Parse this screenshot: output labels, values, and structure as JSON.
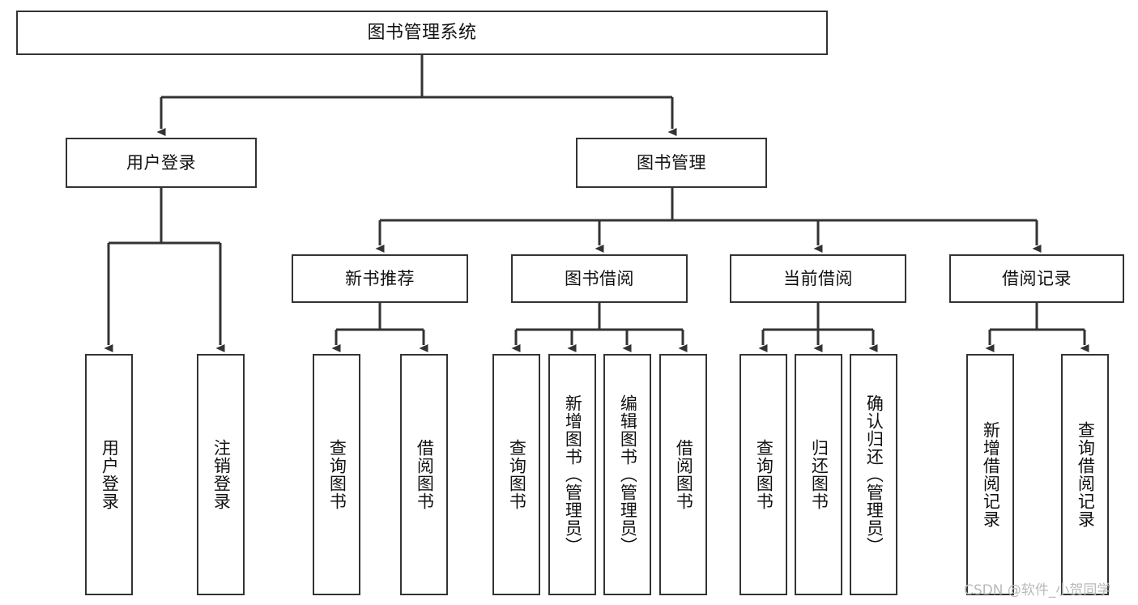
{
  "diagram": {
    "type": "tree",
    "title": "图书管理系统",
    "orientation": "top-down",
    "colors": {
      "background": "#ffffff",
      "node_border": "#333333",
      "node_fill": "#ffffff",
      "edge": "#333333",
      "text": "#111111",
      "watermark": "#b9b9b9"
    },
    "nodes": {
      "root": {
        "label": "图书管理系统",
        "level": 0
      },
      "user_login": {
        "label": "用户登录",
        "level": 1
      },
      "book_manage": {
        "label": "图书管理",
        "level": 1
      },
      "new_book_rec": {
        "label": "新书推荐",
        "level": 2
      },
      "book_borrow": {
        "label": "图书借阅",
        "level": 2
      },
      "current_borrow": {
        "label": "当前借阅",
        "level": 2
      },
      "borrow_record": {
        "label": "借阅记录",
        "level": 2
      },
      "leaf_user_login": {
        "label": "用户登录",
        "level": 3
      },
      "leaf_logout": {
        "label": "注销登录",
        "level": 3
      },
      "leaf_query_book_1": {
        "label": "查询图书",
        "level": 3
      },
      "leaf_borrow_book_1": {
        "label": "借阅图书",
        "level": 3
      },
      "leaf_query_book_2": {
        "label": "查询图书",
        "level": 3
      },
      "leaf_add_book": {
        "label": "新增图书（管理员）",
        "level": 3
      },
      "leaf_edit_book": {
        "label": "编辑图书（管理员）",
        "level": 3
      },
      "leaf_borrow_book_2": {
        "label": "借阅图书",
        "level": 3
      },
      "leaf_query_book_3": {
        "label": "查询图书",
        "level": 3
      },
      "leaf_return_book": {
        "label": "归还图书",
        "level": 3
      },
      "leaf_confirm_return": {
        "label": "确认归还（管理员）",
        "level": 3
      },
      "leaf_add_record": {
        "label": "新增借阅记录",
        "level": 3
      },
      "leaf_query_record": {
        "label": "查询借阅记录",
        "level": 3
      }
    },
    "edges": [
      {
        "from": "root",
        "to": "user_login"
      },
      {
        "from": "root",
        "to": "book_manage"
      },
      {
        "from": "user_login",
        "to": "leaf_user_login"
      },
      {
        "from": "user_login",
        "to": "leaf_logout"
      },
      {
        "from": "book_manage",
        "to": "new_book_rec"
      },
      {
        "from": "book_manage",
        "to": "book_borrow"
      },
      {
        "from": "book_manage",
        "to": "current_borrow"
      },
      {
        "from": "book_manage",
        "to": "borrow_record"
      },
      {
        "from": "new_book_rec",
        "to": "leaf_query_book_1"
      },
      {
        "from": "new_book_rec",
        "to": "leaf_borrow_book_1"
      },
      {
        "from": "book_borrow",
        "to": "leaf_query_book_2"
      },
      {
        "from": "book_borrow",
        "to": "leaf_add_book"
      },
      {
        "from": "book_borrow",
        "to": "leaf_edit_book"
      },
      {
        "from": "book_borrow",
        "to": "leaf_borrow_book_2"
      },
      {
        "from": "current_borrow",
        "to": "leaf_query_book_3"
      },
      {
        "from": "current_borrow",
        "to": "leaf_return_book"
      },
      {
        "from": "current_borrow",
        "to": "leaf_confirm_return"
      },
      {
        "from": "borrow_record",
        "to": "leaf_add_record"
      },
      {
        "from": "borrow_record",
        "to": "leaf_query_record"
      }
    ]
  },
  "watermark": {
    "text": "CSDN @软件_小贺同学"
  }
}
